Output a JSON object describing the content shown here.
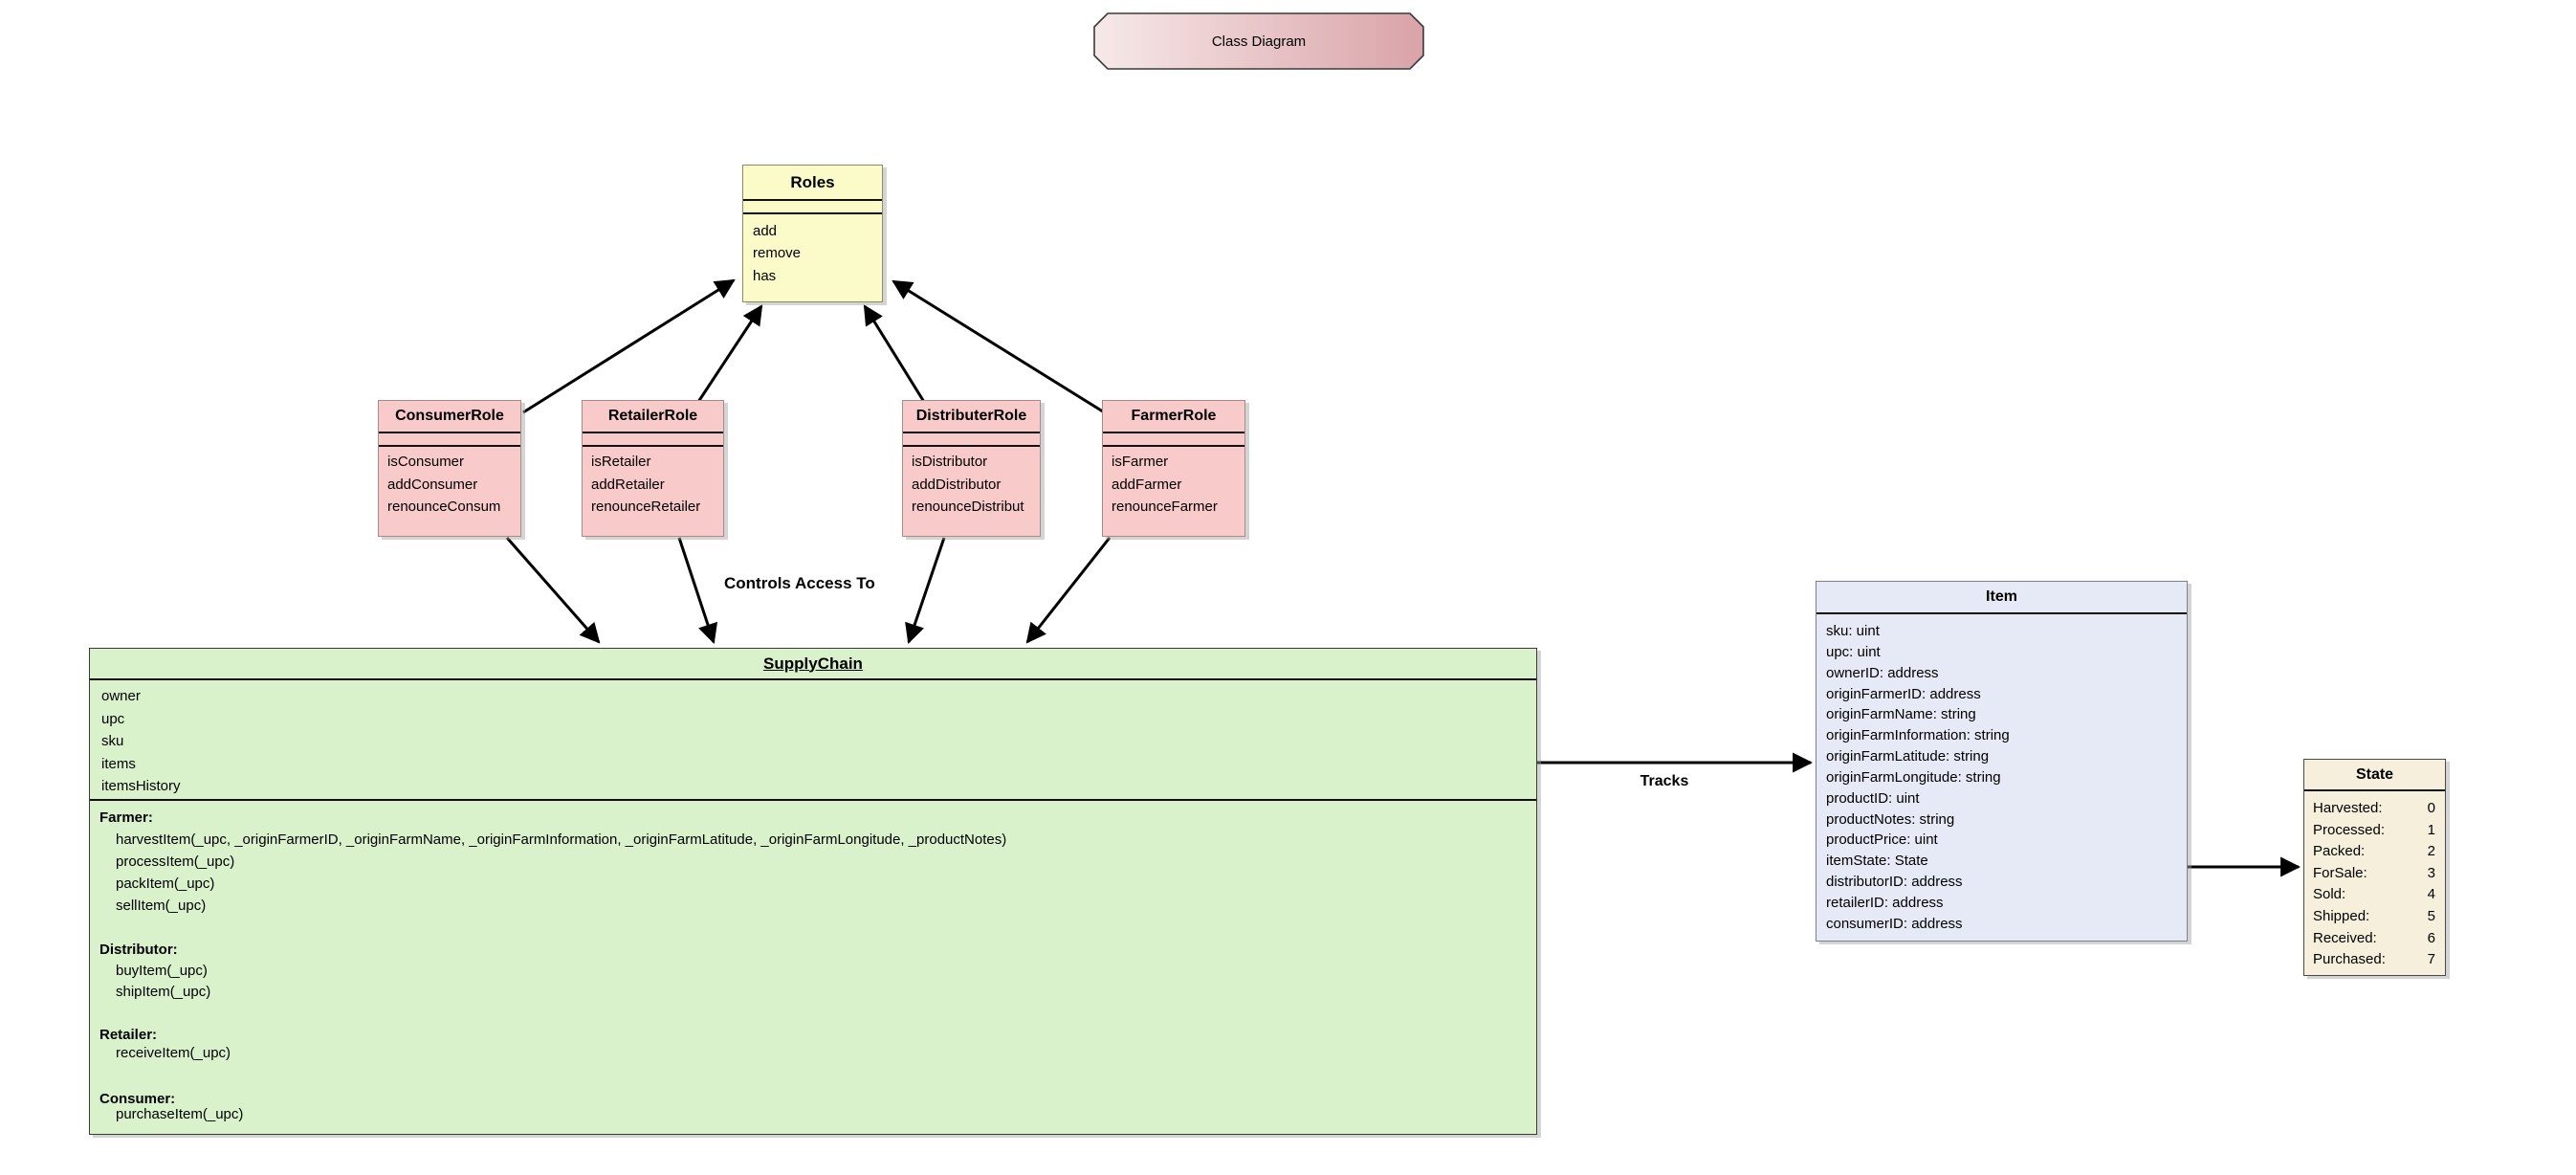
{
  "diagram": {
    "title": "Class Diagram",
    "labels": {
      "controls_access_to": "Controls Access To",
      "tracks": "Tracks"
    },
    "colors": {
      "roles_fill": "#fbfbc9",
      "role_fill": "#f9caca",
      "supplychain_fill": "#d9f2cb",
      "item_fill": "#e6e9f6",
      "state_fill": "#f6efdb",
      "title_gradient_start": "#f7e9e9",
      "title_gradient_end": "#d9a3a8",
      "connector_ball": "#93a093",
      "line": "#000000"
    },
    "classes": {
      "roles": {
        "name": "Roles",
        "methods": [
          "add",
          "remove",
          "has"
        ]
      },
      "consumerRole": {
        "name": "ConsumerRole",
        "methods": [
          "isConsumer",
          "addConsumer",
          "renounceConsum"
        ]
      },
      "retailerRole": {
        "name": "RetailerRole",
        "methods": [
          "isRetailer",
          "addRetailer",
          "renounceRetailer"
        ]
      },
      "distributerRole": {
        "name": "DistributerRole",
        "methods": [
          "isDistributor",
          "addDistributor",
          "renounceDistribut"
        ]
      },
      "farmerRole": {
        "name": "FarmerRole",
        "methods": [
          "isFarmer",
          "addFarmer",
          "renounceFarmer"
        ]
      },
      "supplyChain": {
        "name": "SupplyChain",
        "attributes": [
          "owner",
          "upc",
          "sku",
          "items",
          "itemsHistory"
        ],
        "sections": [
          {
            "title": "Farmer:",
            "methods": [
              "harvestItem(_upc, _originFarmerID, _originFarmName, _originFarmInformation, _originFarmLatitude, _originFarmLongitude, _productNotes)",
              "processItem(_upc)",
              "packItem(_upc)",
              "sellItem(_upc)"
            ]
          },
          {
            "title": "Distributor:",
            "methods": [
              "buyItem(_upc)",
              "shipItem(_upc)"
            ]
          },
          {
            "title": "Retailer:",
            "methods": [
              "receiveItem(_upc)"
            ]
          },
          {
            "title": "Consumer:",
            "methods": [
              "purchaseItem(_upc)"
            ]
          }
        ]
      },
      "item": {
        "name": "Item",
        "attributes": [
          "sku: uint",
          "upc: uint",
          "ownerID: address",
          "originFarmerID: address",
          "originFarmName: string",
          "originFarmInformation: string",
          "originFarmLatitude: string",
          "originFarmLongitude: string",
          "productID: uint",
          "productNotes: string",
          "productPrice: uint",
          "itemState: State",
          "distributorID: address",
          "retailerID: address",
          "consumerID: address"
        ]
      },
      "state": {
        "name": "State",
        "entries": [
          {
            "label": "Harvested:",
            "value": "0"
          },
          {
            "label": "Processed:",
            "value": "1"
          },
          {
            "label": "Packed:",
            "value": "2"
          },
          {
            "label": "ForSale:",
            "value": "3"
          },
          {
            "label": "Sold:",
            "value": "4"
          },
          {
            "label": "Shipped:",
            "value": "5"
          },
          {
            "label": "Received:",
            "value": "6"
          },
          {
            "label": "Purchased:",
            "value": "7"
          }
        ]
      }
    },
    "relations": [
      {
        "from": "ConsumerRole",
        "to": "Roles",
        "label": "Controls Access To"
      },
      {
        "from": "RetailerRole",
        "to": "Roles",
        "label": "Controls Access To"
      },
      {
        "from": "DistributerRole",
        "to": "Roles",
        "label": "Controls Access To"
      },
      {
        "from": "FarmerRole",
        "to": "Roles",
        "label": "Controls Access To"
      },
      {
        "from": "ConsumerRole",
        "to": "SupplyChain",
        "label": ""
      },
      {
        "from": "RetailerRole",
        "to": "SupplyChain",
        "label": ""
      },
      {
        "from": "DistributerRole",
        "to": "SupplyChain",
        "label": ""
      },
      {
        "from": "FarmerRole",
        "to": "SupplyChain",
        "label": ""
      },
      {
        "from": "SupplyChain.items",
        "to": "Item",
        "label": "Tracks"
      },
      {
        "from": "Item.itemState",
        "to": "State",
        "label": ""
      }
    ]
  }
}
